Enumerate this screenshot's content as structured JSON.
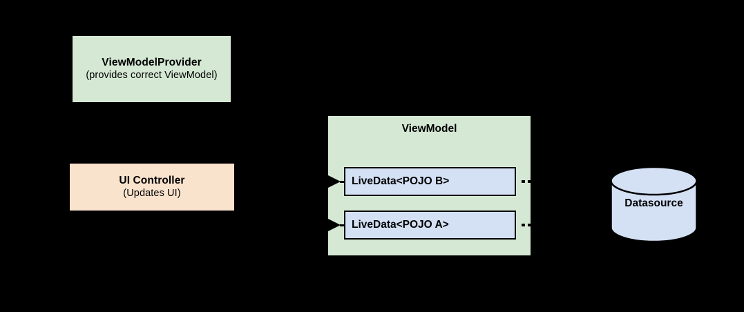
{
  "diagram": {
    "background_color": "#000000",
    "nodes": {
      "viewmodel_provider": {
        "title": "ViewModelProvider",
        "subtitle": "(provides correct ViewModel)",
        "fill_color": "#d5e8d4"
      },
      "ui_controller": {
        "title": "UI Controller",
        "subtitle": "(Updates UI)",
        "fill_color": "#fae3cd"
      },
      "viewmodel": {
        "title": "ViewModel",
        "fill_color": "#d5e8d4",
        "livedata": [
          {
            "label": "LiveData<POJO B>",
            "fill_color": "#d4e1f5"
          },
          {
            "label": "LiveData<POJO A>",
            "fill_color": "#d4e1f5"
          }
        ]
      },
      "datasource": {
        "title": "Datasource",
        "fill_color": "#d4e1f5",
        "stroke_color": "#000000"
      }
    }
  }
}
